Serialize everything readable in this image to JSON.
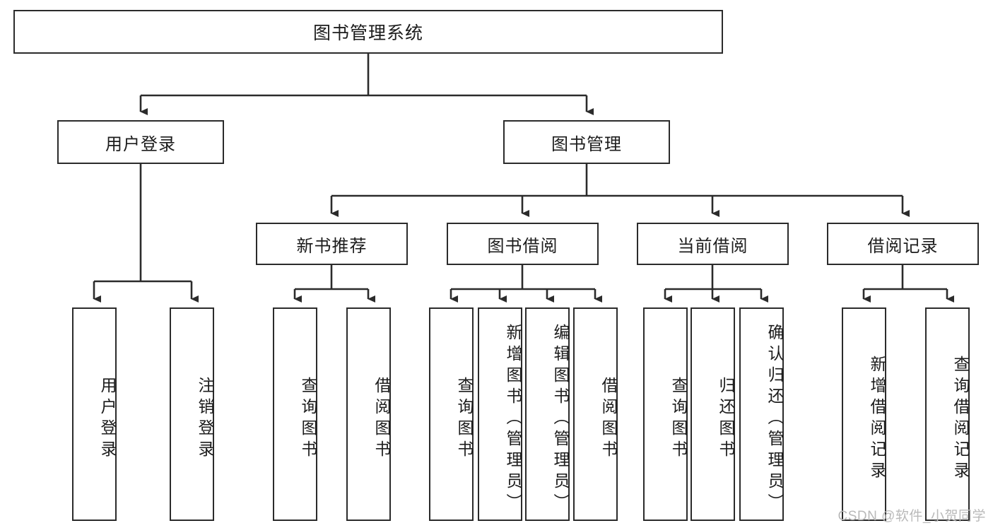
{
  "diagram": {
    "type": "tree-hierarchy",
    "root": {
      "label": "图书管理系统"
    },
    "level2": [
      {
        "label": "用户登录"
      },
      {
        "label": "图书管理"
      }
    ],
    "level3": [
      {
        "label": "新书推荐"
      },
      {
        "label": "图书借阅"
      },
      {
        "label": "当前借阅"
      },
      {
        "label": "借阅记录"
      }
    ],
    "leaves": {
      "user_login": [
        {
          "label": "用户登录"
        },
        {
          "label": "注销登录"
        }
      ],
      "new_book": [
        {
          "label": "查询图书"
        },
        {
          "label": "借阅图书"
        }
      ],
      "book_borrow": [
        {
          "label": "查询图书"
        },
        {
          "label": "新增图书（管理员）"
        },
        {
          "label": "编辑图书（管理员）"
        },
        {
          "label": "借阅图书"
        }
      ],
      "current_borrow": [
        {
          "label": "查询图书"
        },
        {
          "label": "归还图书"
        },
        {
          "label": "确认归还（管理员）"
        }
      ],
      "borrow_record": [
        {
          "label": "新增借阅记录"
        },
        {
          "label": "查询借阅记录"
        }
      ]
    }
  },
  "watermark": {
    "text": "CSDN @软件_小贺同学"
  },
  "colors": {
    "stroke": "#2b2b2b",
    "background": "#ffffff",
    "text": "#1c1c1c",
    "watermark": "#b9b9b9"
  }
}
